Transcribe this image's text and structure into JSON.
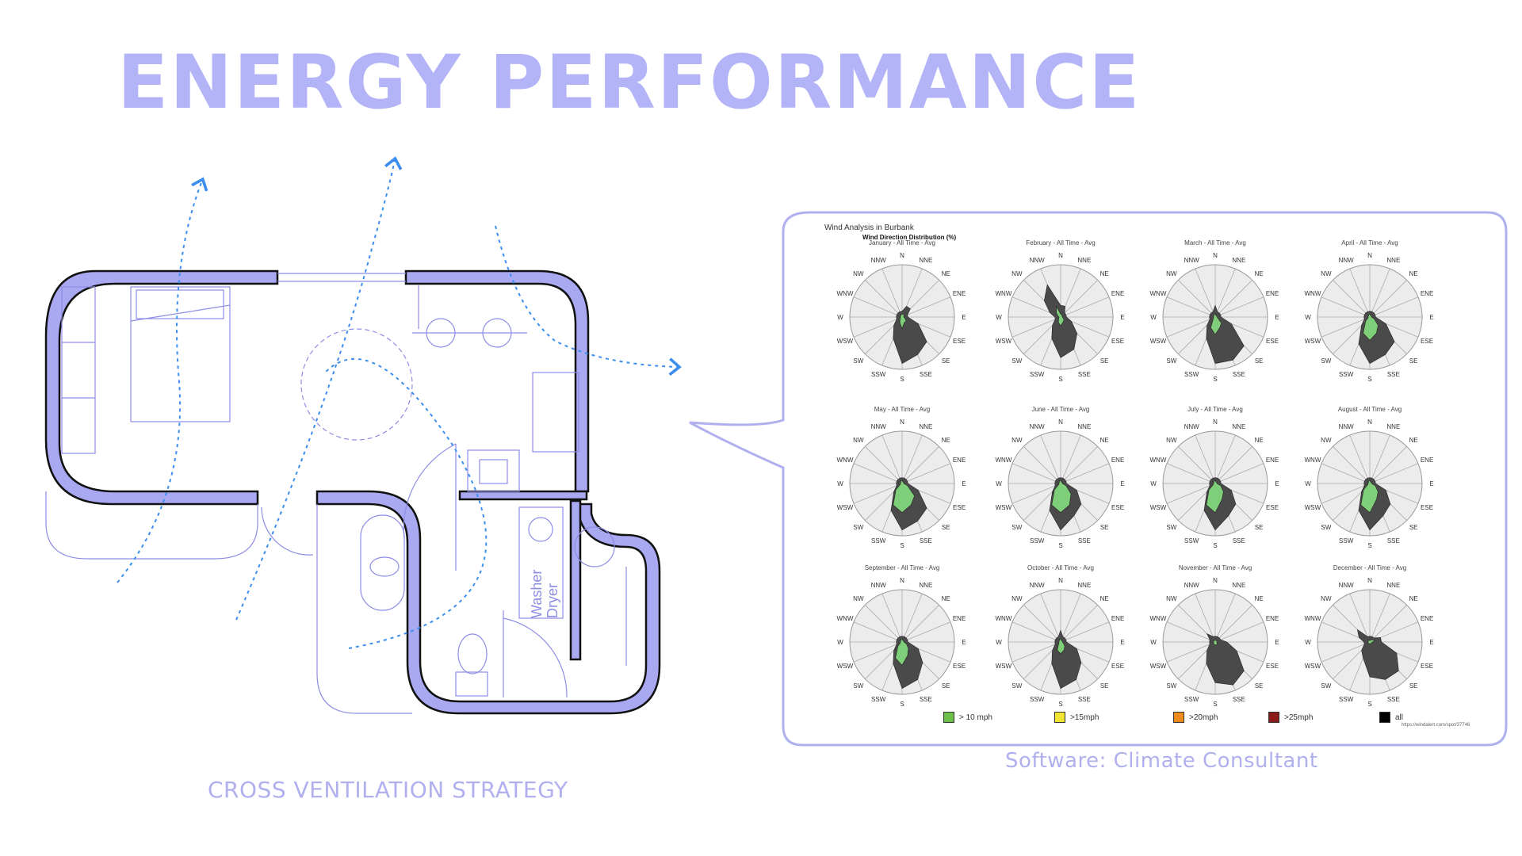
{
  "page": {
    "title": "ENERGY PERFORMANCE"
  },
  "captions": {
    "left": "CROSS VENTILATION STRATEGY",
    "right": "Software: Climate Consultant"
  },
  "plan": {
    "appliance_label_1": "Washer",
    "appliance_label_2": "Dryer",
    "wall_color": "#a9a9f2",
    "line_color": "#8d8de6",
    "arrow_color": "#3b8ef0"
  },
  "wind_panel": {
    "heading": "Wind Analysis in Burbank",
    "subheading": "Wind Direction Distribution (%)",
    "directions": [
      "N",
      "NNE",
      "NE",
      "ENE",
      "E",
      "ESE",
      "SE",
      "SSE",
      "S",
      "SSW",
      "SW",
      "WSW",
      "W",
      "WNW",
      "NW",
      "NNW"
    ],
    "months": [
      {
        "title": "January - All Time - Avg",
        "all": [
          1,
          2,
          2,
          1,
          1,
          3,
          6,
          7,
          8,
          4,
          2,
          1,
          1,
          1,
          1,
          1
        ],
        "green": [
          0.5,
          0.5,
          0.5,
          0.3,
          0.3,
          0.5,
          1,
          1,
          2,
          1,
          0.5,
          0.3,
          0.3,
          0.3,
          0.3,
          0.5
        ]
      },
      {
        "title": "February - All Time - Avg",
        "all": [
          2,
          2,
          1,
          1,
          1,
          2,
          4,
          6,
          7,
          4,
          2,
          1,
          1,
          2,
          4,
          6
        ],
        "green": [
          0.5,
          0.5,
          0.3,
          0.3,
          0.3,
          0.5,
          0.8,
          1,
          1.5,
          1,
          0.5,
          0.3,
          0.3,
          0.5,
          1,
          2
        ]
      },
      {
        "title": "March - All Time - Avg",
        "all": [
          2,
          1,
          1,
          1,
          1,
          3,
          7,
          8,
          8,
          4,
          2,
          1,
          1,
          1,
          1,
          1
        ],
        "green": [
          0.5,
          0.3,
          0.3,
          0.3,
          0.3,
          0.5,
          1.5,
          2,
          3,
          2,
          0.5,
          0.3,
          0.3,
          0.3,
          0.3,
          0.5
        ]
      },
      {
        "title": "April - All Time - Avg",
        "all": [
          1,
          1,
          1,
          1,
          1,
          3,
          6,
          7,
          8,
          5,
          2,
          1,
          1,
          1,
          1,
          1
        ],
        "green": [
          0.5,
          0.3,
          0.3,
          0.3,
          0.3,
          0.8,
          2,
          3,
          4,
          3,
          1,
          0.3,
          0.3,
          0.3,
          0.3,
          0.5
        ]
      },
      {
        "title": "May - All Time - Avg",
        "all": [
          1,
          1,
          1,
          1,
          1,
          3,
          6,
          7,
          8,
          5,
          2,
          1,
          1,
          1,
          1,
          1
        ],
        "green": [
          0.5,
          0.3,
          0.3,
          0.3,
          0.3,
          1,
          3,
          4,
          5,
          4,
          1.5,
          0.3,
          0.3,
          0.3,
          0.3,
          0.5
        ]
      },
      {
        "title": "June - All Time - Avg",
        "all": [
          1,
          1,
          1,
          1,
          1,
          3,
          5,
          6,
          8,
          5,
          2,
          1,
          1,
          1,
          1,
          1
        ],
        "green": [
          0.5,
          0.3,
          0.3,
          0.3,
          0.3,
          1,
          2.5,
          4,
          5,
          4,
          1.5,
          0.3,
          0.3,
          0.3,
          0.3,
          0.5
        ]
      },
      {
        "title": "July - All Time - Avg",
        "all": [
          1,
          1,
          1,
          1,
          1,
          3,
          5,
          6,
          8,
          5,
          2,
          1,
          1,
          1,
          1,
          1
        ],
        "green": [
          0.5,
          0.3,
          0.3,
          0.3,
          0.3,
          1,
          2,
          3,
          5,
          4,
          1.5,
          0.3,
          0.3,
          0.3,
          0.3,
          0.5
        ]
      },
      {
        "title": "August - All Time - Avg",
        "all": [
          1,
          1,
          1,
          1,
          1,
          3,
          5,
          6,
          8,
          5,
          2,
          1,
          1,
          1,
          1,
          1
        ],
        "green": [
          0.5,
          0.3,
          0.3,
          0.3,
          0.3,
          1,
          2,
          3,
          5,
          4,
          1.5,
          0.3,
          0.3,
          0.3,
          0.3,
          0.5
        ]
      },
      {
        "title": "September - All Time - Avg",
        "all": [
          1,
          1,
          1,
          1,
          1,
          3,
          5,
          7,
          8,
          4,
          2,
          1,
          1,
          1,
          1,
          1
        ],
        "green": [
          0.5,
          0.3,
          0.3,
          0.3,
          0.3,
          0.8,
          1.5,
          2.5,
          4,
          3,
          1,
          0.3,
          0.3,
          0.3,
          0.3,
          0.5
        ]
      },
      {
        "title": "October - All Time - Avg",
        "all": [
          2,
          1,
          1,
          1,
          1,
          3,
          5,
          7,
          8,
          4,
          2,
          1,
          1,
          1,
          1,
          1
        ],
        "green": [
          0.5,
          0.3,
          0.3,
          0.3,
          0.3,
          0.5,
          1,
          1.5,
          2,
          1.5,
          0.5,
          0.3,
          0.3,
          0.3,
          0.3,
          0.5
        ]
      },
      {
        "title": "November - All Time - Avg",
        "all": [
          1,
          1,
          1,
          1,
          2,
          4,
          7,
          8,
          7,
          4,
          2,
          1,
          1,
          1,
          2,
          1
        ],
        "green": [
          0.3,
          0.3,
          0.3,
          0.3,
          0.3,
          0.3,
          0.5,
          0.5,
          0.5,
          0.5,
          0.3,
          0.3,
          0.3,
          0.3,
          0.3,
          0.3
        ]
      },
      {
        "title": "December - All Time - Avg",
        "all": [
          1,
          1,
          1,
          2,
          2,
          5,
          7,
          7,
          6,
          3,
          2,
          1,
          1,
          2,
          3,
          1
        ],
        "green": [
          0.3,
          0.3,
          0.5,
          1,
          0.5,
          0.3,
          0.3,
          0.3,
          0.3,
          0.3,
          0.3,
          0.3,
          0.3,
          0.3,
          0.3,
          0.3
        ]
      }
    ],
    "rmax": 9,
    "legend": [
      {
        "label": "> 10 mph",
        "color": "#6cc04a"
      },
      {
        "label": ">15mph",
        "color": "#f0e532"
      },
      {
        "label": ">20mph",
        "color": "#f08c1e"
      },
      {
        "label": ">25mph",
        "color": "#8b1a1a"
      },
      {
        "label": "all",
        "color": "#000000"
      }
    ],
    "url": "https://windalert.com/spot/37746"
  }
}
